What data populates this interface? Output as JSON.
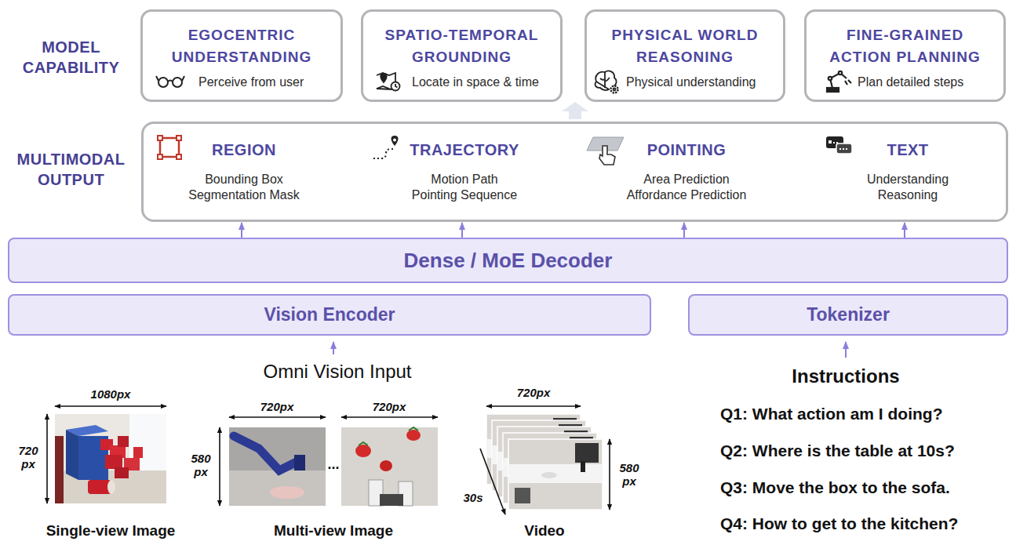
{
  "diagram": {
    "nodes": [
      {
        "text": [
          "EGOCENTRIC UNDERSTANDING",
          "Perceive from user"
        ]
      },
      {
        "text": [
          "SPATIO-TEMPORAL GROUNDING",
          "Locate in space & time"
        ]
      },
      {
        "text": [
          "PHYSICAL WORLD REASONING",
          "Physical understanding"
        ]
      },
      {
        "text": [
          "FINE-GRAINED ACTION PLANNING",
          "Plan detailed steps"
        ]
      },
      {
        "text": [
          "REGION",
          "Bounding Box Segmentation Mask",
          "TRAJECTORY",
          "Motion Path Pointing Sequence",
          "POINTING",
          "Area Prediction Affordance Prediction",
          "TEXT",
          "Understanding Reasoning"
        ]
      },
      {
        "text": [
          "Dense / MoE Decoder"
        ]
      },
      {
        "text": [
          "Vision Encoder"
        ]
      },
      {
        "text": [
          "Tokenizer"
        ]
      }
    ],
    "edges": [
      {
        "from": 5,
        "to": 4,
        "arrow": "to"
      },
      {
        "from": 5,
        "to": 4,
        "arrow": "to"
      },
      {
        "from": 5,
        "to": 4,
        "arrow": "to"
      },
      {
        "from": 5,
        "to": 4,
        "arrow": "to"
      }
    ],
    "labels": [
      "MODEL CAPABILITY",
      "MULTIMODAL OUTPUT",
      "Omni Vision Input",
      "1080px",
      "720 px",
      "720px",
      "580 px",
      "720px",
      "720px",
      "580 px",
      "30s",
      "...",
      "Single-view Image",
      "Multi-view Image",
      "Video",
      "Instructions",
      "Q1: What action am I doing?",
      "Q2: Where is the table at 10s?",
      "Q3: Move the box to the sofa.",
      "Q4: How to get to the kitchen?"
    ]
  }
}
